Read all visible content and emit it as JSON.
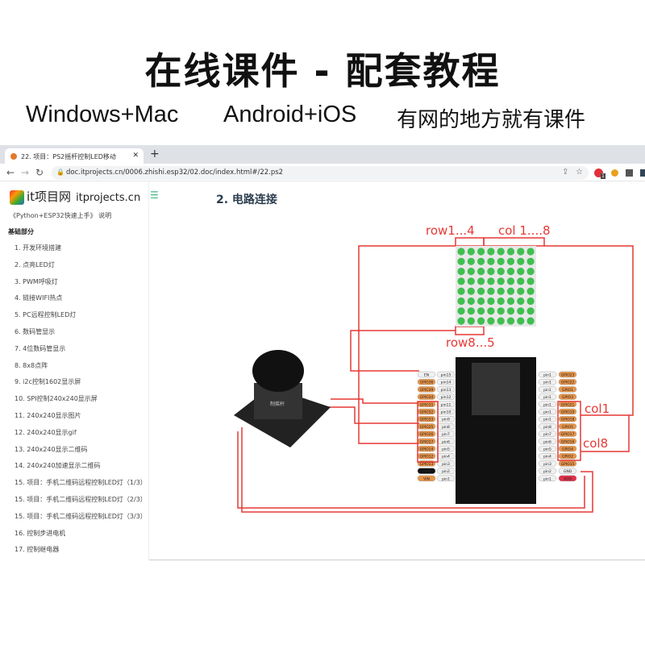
{
  "banner": {
    "title": "在线课件 - 配套教程",
    "platforms": [
      "Windows+Mac",
      "Android+iOS",
      "有网的地方就有课件"
    ]
  },
  "browser": {
    "tab_title": "22. 项目：PS2摇杆控制LED移动",
    "new_tab": "+",
    "close": "✕",
    "url": "doc.itprojects.cn/0006.zhishi.esp32/02.doc/index.html#/22.ps2",
    "ext_badge": "1"
  },
  "sidebar": {
    "logo_cn": "it项目网",
    "logo_en": "itprojects.cn",
    "intro": "《Python+ESP32快速上手》 说明",
    "section": "基础部分",
    "items": [
      "1. 开发环境搭建",
      "2. 点亮LED灯",
      "3. PWM呼吸灯",
      "4. 链接WIFI热点",
      "5. PC远程控制LED灯",
      "6. 数码管显示",
      "7. 4位数码管显示",
      "8. 8x8点阵",
      "9. i2c控制1602显示屏",
      "10. SPI控制240x240显示屏",
      "11. 240x240显示图片",
      "12. 240x240显示gif",
      "13. 240x240显示二维码",
      "14. 240x240加速显示二维码",
      "15. 项目：手机二维码远程控制LED灯（1/3）",
      "15. 项目：手机二维码远程控制LED灯（2/3）",
      "15. 项目：手机二维码远程控制LED灯（3/3）",
      "16. 控制步进电机",
      "17. 控制继电器"
    ]
  },
  "content": {
    "heading": "2. 电路连接",
    "menu_icon": "☰"
  },
  "diagram": {
    "labels": {
      "row14": "row1...4",
      "col18": "col 1....8",
      "row85": "row8...5",
      "col1": "col1",
      "col8": "col8",
      "joystick": "制摇杆"
    },
    "left_pins": [
      "EN",
      "GPIO36",
      "GPIO39",
      "GPIO34",
      "GPIO35",
      "GPIO32",
      "GPIO33",
      "GPIO25",
      "GPIO26",
      "GPIO27",
      "GPIO14",
      "GPIO12",
      "GPIO13",
      "GND",
      "VIN"
    ],
    "left_nums": [
      "pin15",
      "pin14",
      "pin13",
      "pin12",
      "pin11",
      "pin10",
      "pin9",
      "pin8",
      "pin7",
      "pin6",
      "pin5",
      "pin4",
      "pin3",
      "pin2",
      "pin1"
    ],
    "right_pins": [
      "GPIO23",
      "GPIO22",
      "GPIO1",
      "GPIO3",
      "GPIO21",
      "GPIO19",
      "GPIO18",
      "GPIO5",
      "GPIO17",
      "GPIO16",
      "GPIO4",
      "GPIO2",
      "GPIO15",
      "GND",
      "VDD"
    ],
    "right_nums": [
      "pin1",
      "pin1",
      "pin1",
      "pin1",
      "pin1",
      "pin1",
      "pin1",
      "pin8",
      "pin7",
      "pin6",
      "pin5",
      "pin4",
      "pin3",
      "pin2",
      "pin1"
    ],
    "accent": "#e53935"
  }
}
